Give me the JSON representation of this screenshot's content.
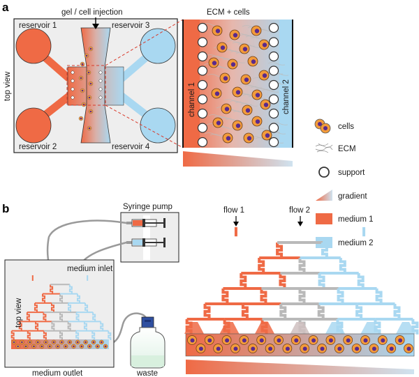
{
  "colors": {
    "medium1": "#ef6a45",
    "medium2": "#a9d8f1",
    "gray_bg": "#eeeeee",
    "cell_fill": "#f39b3a",
    "cell_nucleus": "#5a2a8c",
    "tube": "#9a9a9a",
    "cap": "#2f4fa0"
  },
  "panel_a": {
    "letter": "a",
    "injection_label": "gel / cell injection",
    "reservoir_1": "reservoir 1",
    "reservoir_2": "reservoir 2",
    "reservoir_3": "reservoir 3",
    "reservoir_4": "reservoir 4",
    "top_view": "top view",
    "ecm_cells_label": "ECM + cells",
    "channel_1": "channel 1",
    "channel_2": "channel 2"
  },
  "legend": {
    "items": [
      {
        "icon": "cells-icon",
        "label": "cells"
      },
      {
        "icon": "ecm-icon",
        "label": "ECM"
      },
      {
        "icon": "support-icon",
        "label": "support"
      },
      {
        "icon": "gradient-icon",
        "label": "gradient"
      },
      {
        "icon": "medium1-swatch",
        "label": "medium 1"
      },
      {
        "icon": "medium2-swatch",
        "label": "medium 2"
      }
    ]
  },
  "panel_b": {
    "letter": "b",
    "syringe_pump": "Syringe pump",
    "medium_inlet": "medium inlet",
    "top_view": "top view",
    "medium_outlet": "medium outlet",
    "waste": "waste",
    "flow_1": "flow 1",
    "flow_2": "flow 2"
  }
}
